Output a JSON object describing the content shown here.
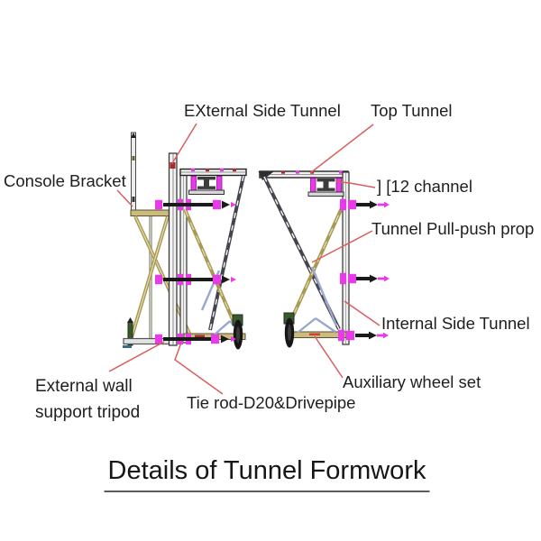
{
  "diagram": {
    "type": "technical-drawing",
    "subject": "tunnel formwork cross-section details",
    "title": "Details of Tunnel Formwork"
  },
  "labels": {
    "external_side_tunnel": "EXternal Side Tunnel",
    "top_tunnel": "Top Tunnel",
    "console_bracket": "Console Bracket",
    "channel_12": "] [12 channel",
    "pull_push_prop": "Tunnel Pull-push prop",
    "internal_side_tunnel": "Internal Side Tunnel",
    "auxiliary_wheel_set": "Auxiliary wheel set",
    "external_wall_line1": "External wall",
    "external_wall_line2": "support tripod",
    "tie_rod": "Tie rod-D20&Drivepipe"
  },
  "colors": {
    "leader_line": "#d95f5c",
    "hardware_magenta": "#e93ae9",
    "beam_khaki": "#a89a55",
    "brace_dark": "#44444e",
    "brace_blue": "#9aa8cf",
    "wheel_black": "#161616",
    "bracket_green": "#39592f",
    "text": "#1e1e1e"
  }
}
